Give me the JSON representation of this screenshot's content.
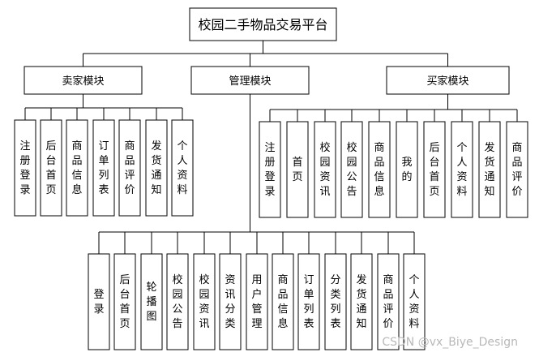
{
  "root": "校园二手物品交易平台",
  "modules": [
    {
      "id": "seller",
      "label": "卖家模块",
      "children": [
        "注册登录",
        "后台首页",
        "商品信息",
        "订单列表",
        "商品评价",
        "发货通知",
        "个人资料"
      ]
    },
    {
      "id": "admin",
      "label": "管理模块",
      "children": [
        "登录",
        "后台首页",
        "轮播图",
        "校园公告",
        "校园资讯",
        "资讯分类",
        "用户管理",
        "商品信息",
        "订单列表",
        "分类列表",
        "发货通知",
        "商品评价",
        "个人资料"
      ]
    },
    {
      "id": "buyer",
      "label": "买家模块",
      "children": [
        "注册登录",
        "首页",
        "校园资讯",
        "校园公告",
        "商品信息",
        "我的",
        "后台首页",
        "个人资料",
        "发货通知",
        "商品评价"
      ]
    }
  ],
  "watermark": "CSDN @vx_Biye_Design"
}
